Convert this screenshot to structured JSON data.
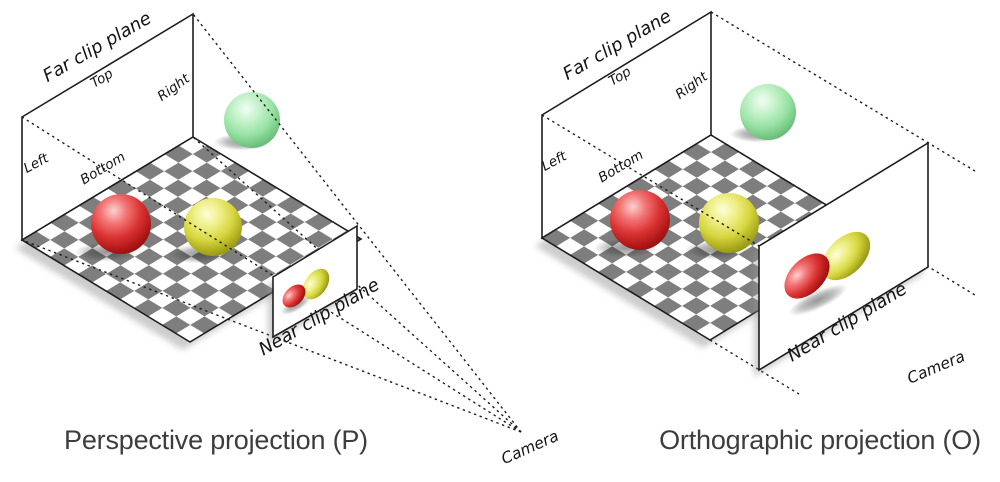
{
  "labels": {
    "far_clip_plane": "Far clip plane",
    "near_clip_plane": "Near clip plane",
    "top": "Top",
    "bottom": "Bottom",
    "left": "Left",
    "right": "Right",
    "camera": "Camera"
  },
  "panels": [
    {
      "id": "perspective",
      "caption": "Perspective projection (P)"
    },
    {
      "id": "orthographic",
      "caption": "Orthographic projection (O)"
    }
  ],
  "colors": {
    "background": "#ffffff",
    "outline": "#1d1d1d",
    "checker_gray": "#7e7e7e",
    "sphere_red": "#d83030",
    "sphere_yellow": "#d6d63e",
    "sphere_green": "#98e4a4",
    "caption_text": "#3d3d3d"
  }
}
